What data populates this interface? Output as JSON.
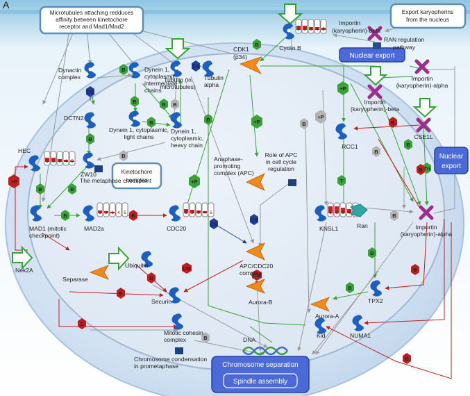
{
  "panel_letter": "A",
  "callouts": {
    "microtubules": [
      "Microtubules attaching redduces",
      "affinity between kinetochore",
      "receptor and Mad1/Mad2"
    ],
    "export_karyopherins": [
      "Export karyopherins",
      "from the nucleus"
    ],
    "kinetochore": [
      "Kinetochore",
      "complex"
    ]
  },
  "buttons": {
    "nuclear_export_top": "Nuclear export",
    "nuclear_export_right": [
      "Nuclear",
      "export"
    ],
    "chromosome_separation": "Chromosome separation",
    "spindle_assembly": "Spindle assembly"
  },
  "nodes": {
    "cyclin_b": "Cyclin B",
    "importin_beta_top": [
      "Importin",
      "(karyopherin)-beta"
    ],
    "ran_pathway": [
      "RAN regulation",
      "pathway"
    ],
    "importin_alpha_top": [
      "Importin",
      "(karyopherin)-alpha"
    ],
    "importin_beta_mid": [
      "Importin",
      "(karyopherin)-beta"
    ],
    "cse1l": "CSE1L",
    "cdk1": [
      "CDK1",
      "(p34)"
    ],
    "dynactin": [
      "Dynactin",
      "complex"
    ],
    "dynein_ic": [
      "Dynein 1,",
      "cytoplasmic,",
      "intermediate",
      "chains"
    ],
    "tubulin_mt": [
      "Tubulin (in",
      "microtubules)"
    ],
    "tubulin_alpha": [
      "Tubulin",
      "alpha"
    ],
    "dctn2": "DCTN2",
    "dynein_lc": [
      "Dynein 1, cytoplasmic,",
      "light chains"
    ],
    "dynein_hc": [
      "Dynein 1,",
      "cytoplasmic,",
      "heavy chain"
    ],
    "hec": "HEC",
    "zw10": "ZW10",
    "metaphase": "The metaphase checkpoint",
    "apc": [
      "Anaphase-",
      "promoting",
      "complex (APC)"
    ],
    "role_apc": [
      "Role of APC",
      "in cell cycle",
      "regulation"
    ],
    "rcc1": "RCC1",
    "mad1": [
      "MAD1 (mitotic",
      "checkpoint)"
    ],
    "mad2a": "MAD2a",
    "cdc20": "CDC20",
    "knsl1": "KNSL1",
    "ran": "Ran",
    "importin_alpha_low": [
      "Importin",
      "(karyopherin)-alpha"
    ],
    "nek2a": "Nek2A",
    "ubiquitin": "Ubiquitin",
    "securin": "Securin",
    "separase": "Separase",
    "apc_cdc20": [
      "APC/CDC20",
      "complex"
    ],
    "aurora_b": "Aurora-B",
    "aurora_a": "Aurora-A",
    "tpx2": "TPX2",
    "cohesin": [
      "Mitotic cohesin",
      "complex"
    ],
    "condensation": [
      "Chromosome condensation",
      "in prometaphase"
    ],
    "dna": "DNA",
    "kid": "Kid",
    "numa1": "NUMA1"
  },
  "states": [
    "1",
    "2",
    "3",
    "4",
    "5"
  ],
  "badge_codes": {
    "binding": "B",
    "cleavage": "C",
    "cell_state": "CS",
    "modification": "CM",
    "phosphorylation": "+P",
    "transport": "Tn",
    "transcription": "T"
  },
  "colors": {
    "binding_green": "#37a336",
    "inhibit_red": "#c01e1e",
    "neutral_grey": "#b3b3b3",
    "cs_blue": "#1e3f9e",
    "protein_blue": "#1b5fc0",
    "enzyme_orange": "#f28a1a",
    "importin_purple": "#a02c8c",
    "ran_teal": "#2fa7a7",
    "button_blue": "#4a6ad8",
    "cell_fill": "#c9dcf0"
  }
}
